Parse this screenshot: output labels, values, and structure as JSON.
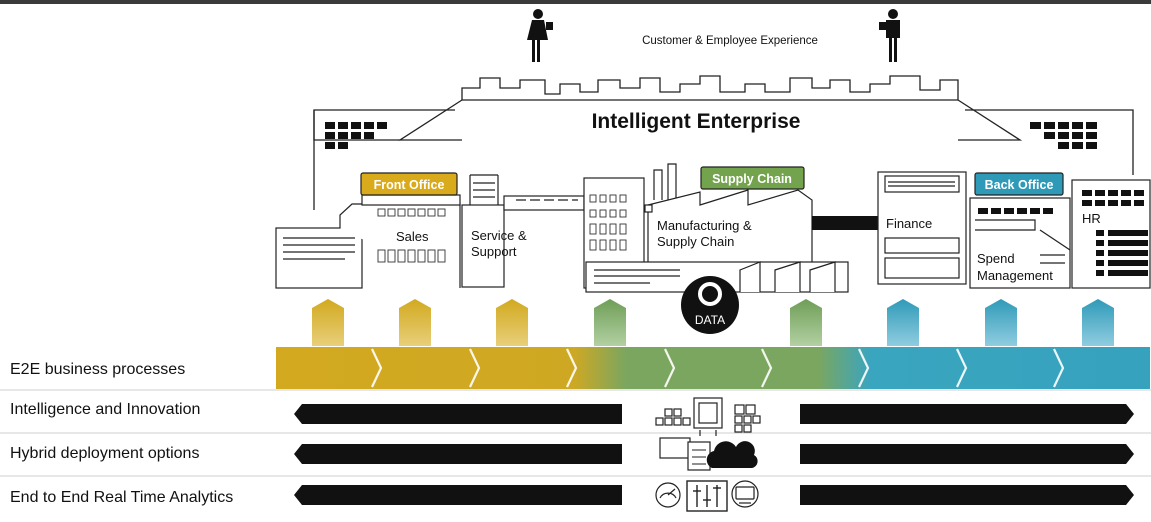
{
  "top_caption": "Customer & Employee  Experience",
  "title": "Intelligent Enterprise",
  "badges": {
    "front_office": "Front Office",
    "supply_chain": "Supply Chain",
    "back_office": "Back Office"
  },
  "building_labels": {
    "sales": "Sales",
    "service_support_1": "Service &",
    "service_support_2": "Support",
    "manufacturing_1": "Manufacturing &",
    "manufacturing_2": "Supply Chain",
    "finance": "Finance",
    "spend_1": "Spend",
    "spend_2": "Management",
    "hr": "HR"
  },
  "data_label": "DATA",
  "rows": [
    "E2E business processes",
    "Intelligence and Innovation",
    "Hybrid deployment options",
    "End to End Real Time Analytics"
  ],
  "colors": {
    "gold": "#d2a91f",
    "green": "#7ba65f",
    "teal": "#3aa5bf",
    "black": "#111111",
    "front_office_badge": "#d9aa1c",
    "supply_chain_badge": "#74a34e",
    "back_office_badge": "#2f9ab8"
  },
  "icons": [
    "woman-with-tablet-icon",
    "man-with-tablet-icon",
    "data-icon",
    "monitor-icon",
    "cloud-icon",
    "gauge-icon",
    "sliders-icon",
    "screen-icon"
  ]
}
